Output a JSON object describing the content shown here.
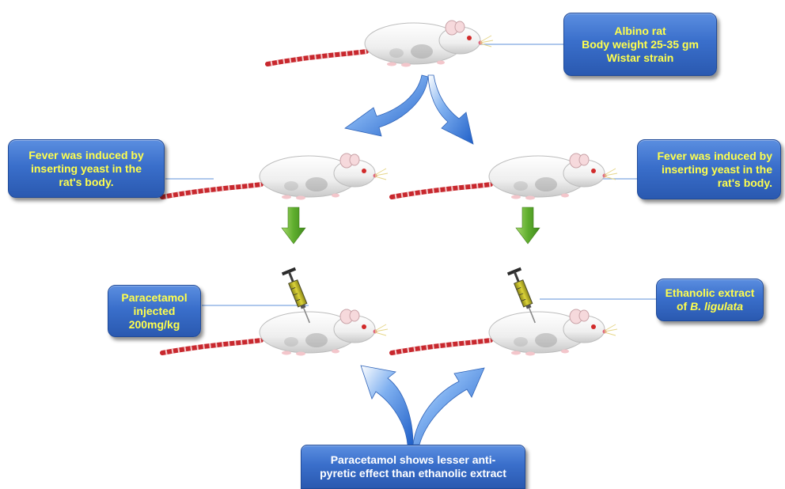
{
  "boxes": {
    "top": {
      "line1": "Albino rat",
      "line2": "Body weight 25-35 gm",
      "line3": "Wistar strain"
    },
    "left_fever": {
      "line1": "Fever was induced by",
      "line2": "inserting yeast in the",
      "line3": "rat's body."
    },
    "right_fever": {
      "line1": "Fever was induced by",
      "line2": "inserting yeast in the",
      "line3": "rat's body."
    },
    "paracetamol": {
      "line1": "Paracetamol",
      "line2": "injected",
      "line3": "200mg/kg"
    },
    "ethanolic": {
      "line1": "Ethanolic extract",
      "line2_prefix": "of ",
      "line2_italic": "B. ligulata"
    },
    "conclusion": {
      "line1": "Paracetamol shows lesser anti-",
      "line2": "pyretic effect than ethanolic extract"
    }
  },
  "colors": {
    "box_fill": "#3a6fcb",
    "box_text": "#ffff4d",
    "conclusion_text": "#ffffff",
    "blue_arrow": "#3b76d6",
    "green_arrow": "#5fae2e",
    "rat_body": "#f2f2f2",
    "rat_tail": "#c8282e",
    "syringe_fluid": "#c9c22a"
  },
  "icons": [
    "rat-icon",
    "syringe-icon",
    "curved-arrow-icon",
    "down-arrow-icon"
  ]
}
